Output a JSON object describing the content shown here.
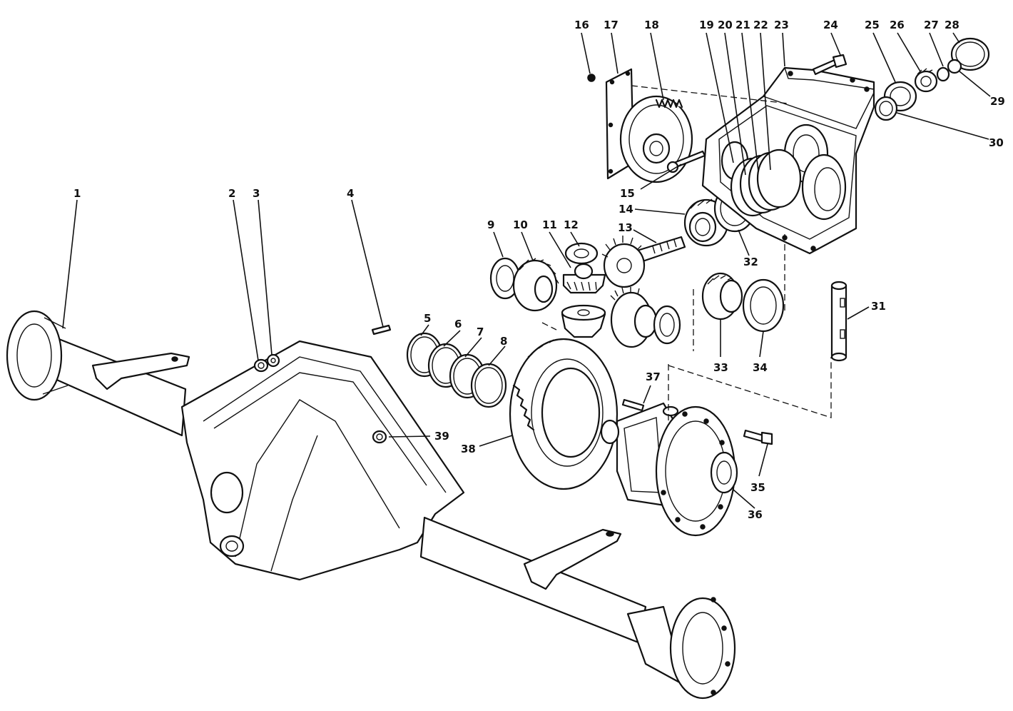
{
  "callouts": [
    {
      "id": "1",
      "text": "1"
    },
    {
      "id": "2",
      "text": "2"
    },
    {
      "id": "3",
      "text": "3"
    },
    {
      "id": "4",
      "text": "4"
    },
    {
      "id": "5",
      "text": "5"
    },
    {
      "id": "6",
      "text": "6"
    },
    {
      "id": "7",
      "text": "7"
    },
    {
      "id": "8",
      "text": "8"
    },
    {
      "id": "9",
      "text": "9"
    },
    {
      "id": "10",
      "text": "10"
    },
    {
      "id": "11",
      "text": "11"
    },
    {
      "id": "12",
      "text": "12"
    },
    {
      "id": "13",
      "text": "13"
    },
    {
      "id": "14",
      "text": "14"
    },
    {
      "id": "15",
      "text": "15"
    },
    {
      "id": "16",
      "text": "16"
    },
    {
      "id": "17",
      "text": "17"
    },
    {
      "id": "18",
      "text": "18"
    },
    {
      "id": "19",
      "text": "19"
    },
    {
      "id": "20",
      "text": "20"
    },
    {
      "id": "21",
      "text": "21"
    },
    {
      "id": "22",
      "text": "22"
    },
    {
      "id": "23",
      "text": "23"
    },
    {
      "id": "24",
      "text": "24"
    },
    {
      "id": "25",
      "text": "25"
    },
    {
      "id": "26",
      "text": "26"
    },
    {
      "id": "27",
      "text": "27"
    },
    {
      "id": "28",
      "text": "28"
    },
    {
      "id": "29",
      "text": "29"
    },
    {
      "id": "30",
      "text": "30"
    },
    {
      "id": "31",
      "text": "31"
    },
    {
      "id": "32",
      "text": "32"
    },
    {
      "id": "33",
      "text": "33"
    },
    {
      "id": "34",
      "text": "34"
    },
    {
      "id": "35",
      "text": "35"
    },
    {
      "id": "36",
      "text": "36"
    },
    {
      "id": "37",
      "text": "37"
    },
    {
      "id": "38",
      "text": "38"
    },
    {
      "id": "39",
      "text": "39"
    }
  ]
}
